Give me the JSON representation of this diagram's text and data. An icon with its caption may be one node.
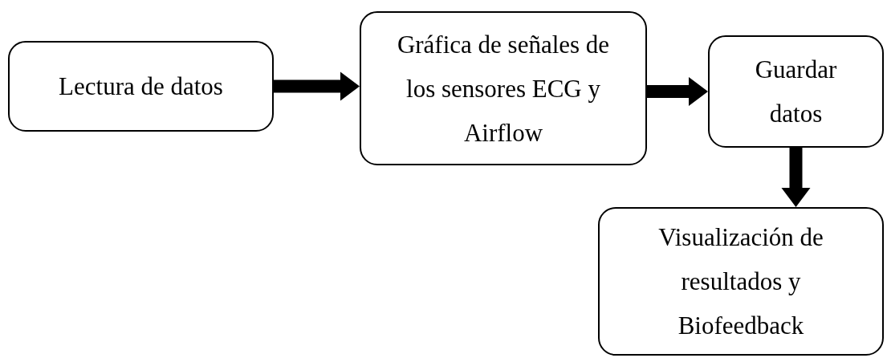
{
  "diagram": {
    "nodes": [
      {
        "text": [
          "Lectura de datos"
        ]
      },
      {
        "text": [
          "Gráfica de señales de los sensores ECG y Airflow"
        ]
      },
      {
        "text": [
          "Guardar datos"
        ]
      },
      {
        "text": [
          "Visualización de resultados y Biofeedback"
        ]
      }
    ],
    "edges": [
      {
        "from": 0,
        "to": 1,
        "arrow": "to"
      },
      {
        "from": 1,
        "to": 2,
        "arrow": "to"
      },
      {
        "from": 2,
        "to": 3,
        "arrow": "to"
      }
    ]
  }
}
